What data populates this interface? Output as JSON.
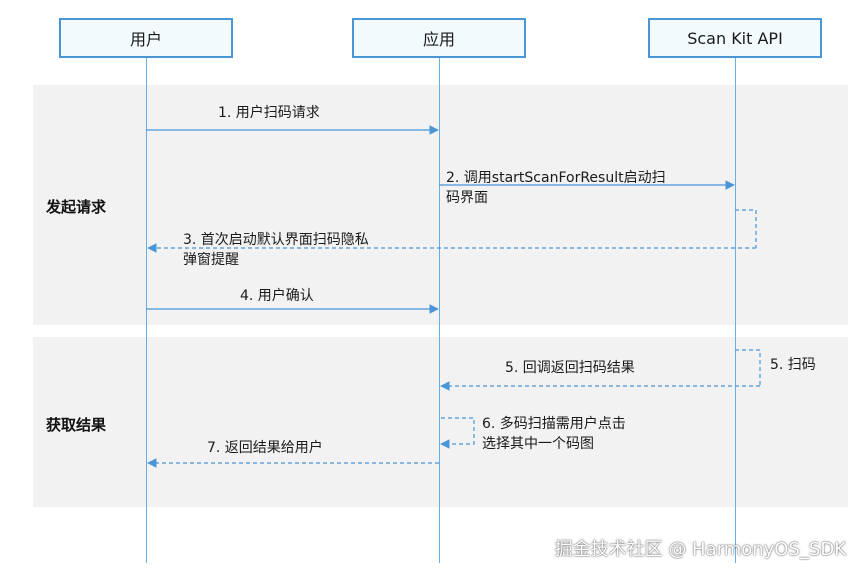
{
  "participants": {
    "user": "用户",
    "app": "应用",
    "scan_kit": "Scan Kit API"
  },
  "phases": {
    "request": "发起请求",
    "result": "获取结果"
  },
  "messages": {
    "m1": "1. 用户扫码请求",
    "m2_line1": "2. 调用startScanForResult启动扫",
    "m2_line2": "码界面",
    "m3_line1": "3. 首次启动默认界面扫码隐私",
    "m3_line2": "弹窗提醒",
    "m4": "4. 用户确认",
    "m5": "5. 回调返回扫码结果",
    "self5": "5. 扫码",
    "m6_line1": "6. 多码扫描需用户点击",
    "m6_line2": "选择其中一个码图",
    "m7": "7. 返回结果给用户"
  },
  "watermark": "掘金技术社区 @ HarmonyOS_SDK",
  "colors": {
    "accent": "#4a95d6",
    "band": "#f2f2f2"
  }
}
